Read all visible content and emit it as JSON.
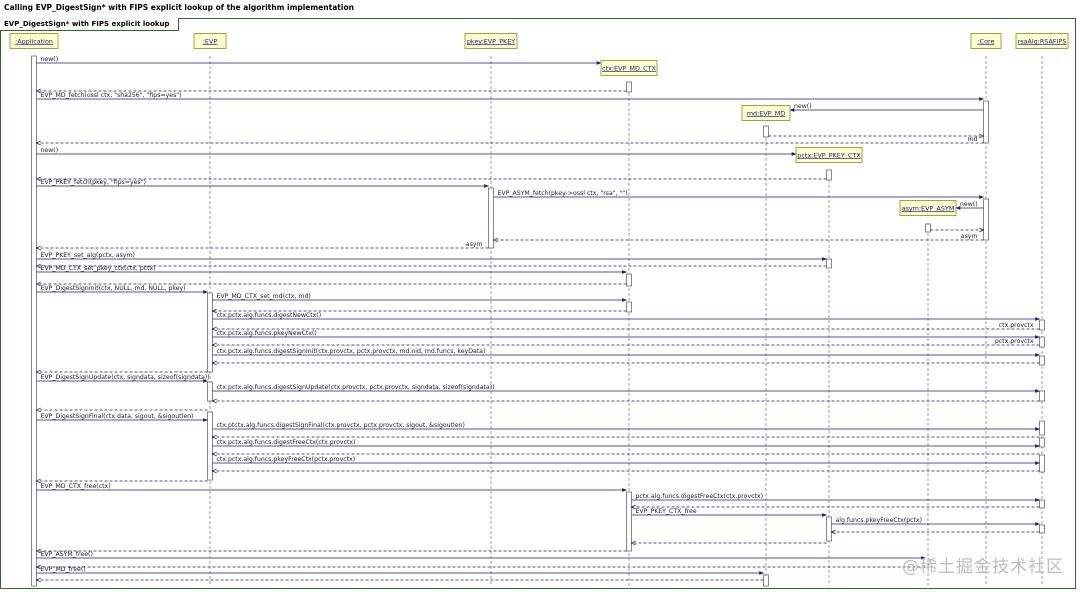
{
  "title": "Calling EVP_DigestSign* with FIPS explicit lookup of the algorithm implementation",
  "frame_label": "EVP_DigestSign* with FIPS explicit lookup",
  "watermark": "@稀土掘金技术社区",
  "colors": {
    "frame": "#2c6b2c",
    "arrow": "#1a1a8c",
    "box_fill": "#ffffcc",
    "box_border": "#9a9a30",
    "lifeline": "#888888"
  },
  "participants": [
    {
      "id": "app",
      "label": ":Application"
    },
    {
      "id": "evp",
      "label": ":EVP"
    },
    {
      "id": "pkey",
      "label": "pkey:EVP_PKEY"
    },
    {
      "id": "core",
      "label": ":Core"
    },
    {
      "id": "rsa",
      "label": "rsaAlg:RSAFIPS"
    }
  ],
  "created_objects": [
    {
      "id": "ctx",
      "label": "ctx:EVP_MD_CTX"
    },
    {
      "id": "md",
      "label": "md:EVP_MD"
    },
    {
      "id": "pctx",
      "label": "pctx:EVP_PKEY_CTX"
    },
    {
      "id": "asym",
      "label": "asym:EVP_ASYM"
    }
  ],
  "messages": [
    {
      "from": "app",
      "to": "ctx",
      "label": "new()",
      "kind": "create"
    },
    {
      "from": "ctx",
      "to": "app",
      "label": "",
      "kind": "return"
    },
    {
      "from": "app",
      "to": "core",
      "label": "EVP_MD_fetch(ossl ctx, \"sha256\", \"fips=yes\")",
      "kind": "call"
    },
    {
      "from": "core",
      "to": "md",
      "label": "new()",
      "kind": "create"
    },
    {
      "from": "md",
      "to": "core",
      "label": "",
      "kind": "return"
    },
    {
      "from": "core",
      "to": "app",
      "label": "md",
      "kind": "return"
    },
    {
      "from": "app",
      "to": "pctx",
      "label": "new()",
      "kind": "create"
    },
    {
      "from": "pctx",
      "to": "app",
      "label": "",
      "kind": "return"
    },
    {
      "from": "app",
      "to": "pkey",
      "label": "EVP_PKEY_fetch(pkey, \"fips=yes\")",
      "kind": "call"
    },
    {
      "from": "pkey",
      "to": "core",
      "label": "EVP_ASYM_fetch(pkey->ossl ctx, \"rsa\", \"\")",
      "kind": "call"
    },
    {
      "from": "core",
      "to": "asym",
      "label": "new()",
      "kind": "create"
    },
    {
      "from": "asym",
      "to": "core",
      "label": "",
      "kind": "return"
    },
    {
      "from": "core",
      "to": "pkey",
      "label": "asym",
      "kind": "return"
    },
    {
      "from": "pkey",
      "to": "app",
      "label": "asym",
      "kind": "return"
    },
    {
      "from": "app",
      "to": "pctx",
      "label": "EVP_PKEY_set_alg(pctx, asym)",
      "kind": "call"
    },
    {
      "from": "pctx",
      "to": "app",
      "label": "",
      "kind": "return"
    },
    {
      "from": "app",
      "to": "ctx",
      "label": "EVP_MD_CTX_set_pkey_ctx(ctx, pctx)",
      "kind": "call"
    },
    {
      "from": "ctx",
      "to": "app",
      "label": "",
      "kind": "return"
    },
    {
      "from": "app",
      "to": "evp",
      "label": "EVP_DigestSignInit(ctx, NULL, md, NULL, pkey)",
      "kind": "call"
    },
    {
      "from": "evp",
      "to": "ctx",
      "label": "EVP_MD_CTX_set_md(ctx, md)",
      "kind": "call"
    },
    {
      "from": "ctx",
      "to": "evp",
      "label": "",
      "kind": "return"
    },
    {
      "from": "evp",
      "to": "rsa",
      "label": "ctx.pctx.alg.funcs.digestNewCtx()",
      "kind": "call"
    },
    {
      "from": "rsa",
      "to": "evp",
      "label": "ctx.provctx",
      "kind": "return"
    },
    {
      "from": "evp",
      "to": "rsa",
      "label": "ctx.pctx.alg.funcs.pkeyNewCtx()",
      "kind": "call"
    },
    {
      "from": "rsa",
      "to": "evp",
      "label": "pctx.provctx",
      "kind": "return"
    },
    {
      "from": "evp",
      "to": "rsa",
      "label": "ctx.pctx.alg.funcs.digestSignInit(ctx.provctx, pctx.provctx, md.nid, md.funcs, keyData)",
      "kind": "call"
    },
    {
      "from": "rsa",
      "to": "evp",
      "label": "",
      "kind": "return"
    },
    {
      "from": "evp",
      "to": "app",
      "label": "",
      "kind": "return"
    },
    {
      "from": "app",
      "to": "evp",
      "label": "EVP_DigestSignUpdate(ctx, signdata, sizeof(signdata))",
      "kind": "call"
    },
    {
      "from": "evp",
      "to": "rsa",
      "label": "ctx.pctx.alg.funcs.digestSignUpdate(ctx.provctx, pctx.provctx, signdata, sizeof(signdata))",
      "kind": "call"
    },
    {
      "from": "rsa",
      "to": "evp",
      "label": "",
      "kind": "return"
    },
    {
      "from": "evp",
      "to": "app",
      "label": "",
      "kind": "return"
    },
    {
      "from": "app",
      "to": "evp",
      "label": "EVP_DigestSignFinal(ctx.data, sigout, &sigoutlen)",
      "kind": "call"
    },
    {
      "from": "evp",
      "to": "rsa",
      "label": "ctx.ptctx.alg.funcs.digestSignFinal(ctx.provctx, pctx.provctx, sigout, &sigoutlen)",
      "kind": "call"
    },
    {
      "from": "rsa",
      "to": "evp",
      "label": "",
      "kind": "return"
    },
    {
      "from": "evp",
      "to": "rsa",
      "label": "ctx.pctx.alg.funcs.digestFreeCtx(ctx.provctx)",
      "kind": "call"
    },
    {
      "from": "rsa",
      "to": "evp",
      "label": "",
      "kind": "return"
    },
    {
      "from": "evp",
      "to": "rsa",
      "label": "ctx.pctx.alg.funcs.pkeyFreeCtx(pctx.provctx)",
      "kind": "call"
    },
    {
      "from": "rsa",
      "to": "evp",
      "label": "",
      "kind": "return"
    },
    {
      "from": "evp",
      "to": "app",
      "label": "",
      "kind": "return"
    },
    {
      "from": "app",
      "to": "ctx",
      "label": "EVP_MD_CTX_free(ctx)",
      "kind": "call"
    },
    {
      "from": "ctx",
      "to": "rsa",
      "label": "pctx.alg.funcs.digestFreeCtx(ctx.provctx)",
      "kind": "call"
    },
    {
      "from": "rsa",
      "to": "ctx",
      "label": "",
      "kind": "return"
    },
    {
      "from": "ctx",
      "to": "pctx",
      "label": "EVP_PKEY_CTX_free",
      "kind": "call"
    },
    {
      "from": "pctx",
      "to": "rsa",
      "label": "alg.funcs.pkeyFreeCtx(pctx)",
      "kind": "call"
    },
    {
      "from": "rsa",
      "to": "pctx",
      "label": "",
      "kind": "return"
    },
    {
      "from": "pctx",
      "to": "ctx",
      "label": "",
      "kind": "return"
    },
    {
      "from": "ctx",
      "to": "app",
      "label": "",
      "kind": "return"
    },
    {
      "from": "app",
      "to": "asym",
      "label": "EVP_ASYM_free()",
      "kind": "call"
    },
    {
      "from": "asym",
      "to": "app",
      "label": "",
      "kind": "return"
    },
    {
      "from": "app",
      "to": "md",
      "label": "EVP_MD_free()",
      "kind": "call"
    },
    {
      "from": "md",
      "to": "app",
      "label": "",
      "kind": "return"
    }
  ]
}
